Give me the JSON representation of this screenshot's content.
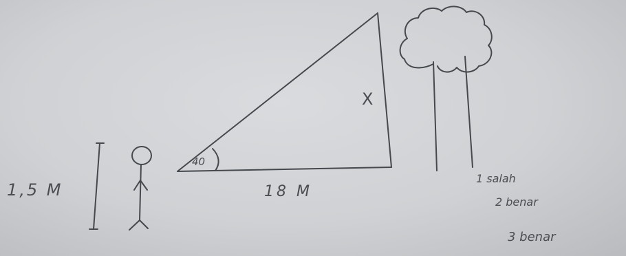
{
  "figure": {
    "height_label": "1,5 M",
    "base_label": "18 M",
    "side_label": "X",
    "angle_label": "40"
  },
  "notes": {
    "line1": "1 salah",
    "line2": "2 benar",
    "line3": "3 benar"
  },
  "colors": {
    "paper": "#d2d4d7",
    "ink": "#45484d"
  }
}
